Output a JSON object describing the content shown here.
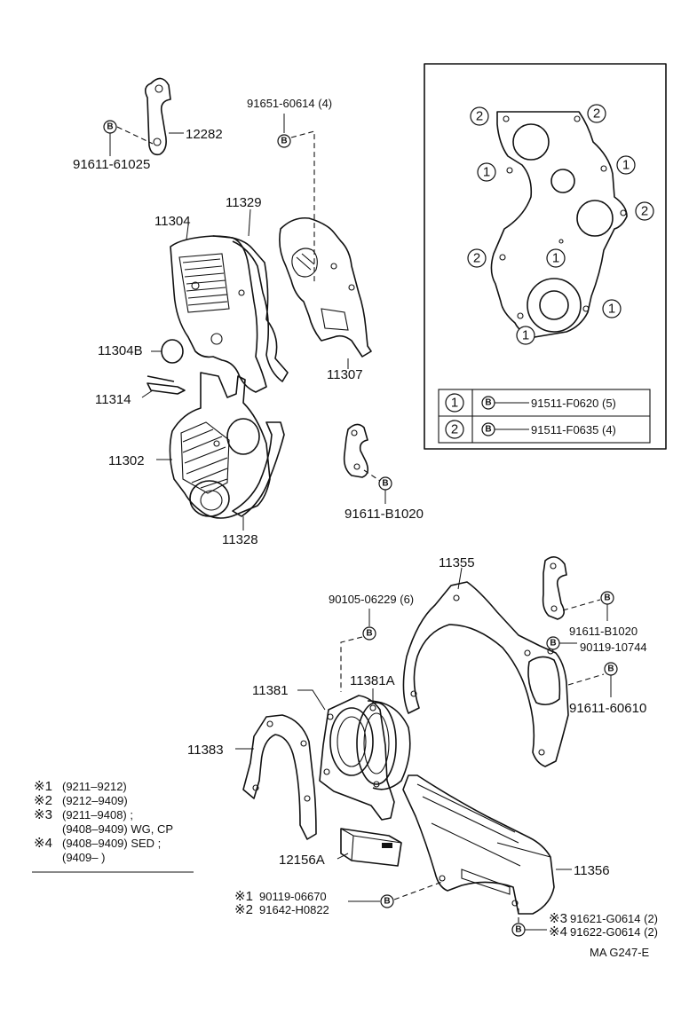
{
  "part_labels": {
    "p12282": "12282",
    "p91611_61025": "91611-61025",
    "p91651_60614": "91651-60614 (4)",
    "p11304": "11304",
    "p11329": "11329",
    "p11304B": "11304B",
    "p11314": "11314",
    "p11307": "11307",
    "p11302": "11302",
    "p11328": "11328",
    "p91611_B1020_a": "91611-B1020",
    "p11355": "11355",
    "p90105_06229": "90105-06229 (6)",
    "p91611_B1020_b": "91611-B1020",
    "p90119_10744": "90119-10744",
    "p91611_60610": "91611-60610",
    "p11381": "11381",
    "p11381A": "11381A",
    "p11383": "11383",
    "p12156A": "12156A",
    "p11356": "11356",
    "p90119_06670": "90119-06670",
    "p91642_H0822": "91642-H0822",
    "p91621_G0614": "91621-G0614 (2)",
    "p91622_G0614": "91622-G0614 (2)",
    "mark1": "※1",
    "mark2": "※2",
    "mark3": "※3",
    "mark4": "※4"
  },
  "bolt_marker": "B",
  "inset": {
    "callouts": [
      "1",
      "2"
    ],
    "table": [
      {
        "key": "1",
        "bolt": "B",
        "part": "91511-F0620 (5)"
      },
      {
        "key": "2",
        "bolt": "B",
        "part": "91511-F0635 (4)"
      }
    ]
  },
  "notes": [
    {
      "mark": "※1",
      "text": "(9211–9212)"
    },
    {
      "mark": "※2",
      "text": "(9212–9409)"
    },
    {
      "mark": "※3",
      "text": "(9211–9408) ;"
    },
    {
      "mark": "",
      "text": "(9408–9409) WG, CP"
    },
    {
      "mark": "※4",
      "text": "(9408–9409) SED ;"
    },
    {
      "mark": "",
      "text": "(9409–          )"
    }
  ],
  "code": "MA  G247-E"
}
